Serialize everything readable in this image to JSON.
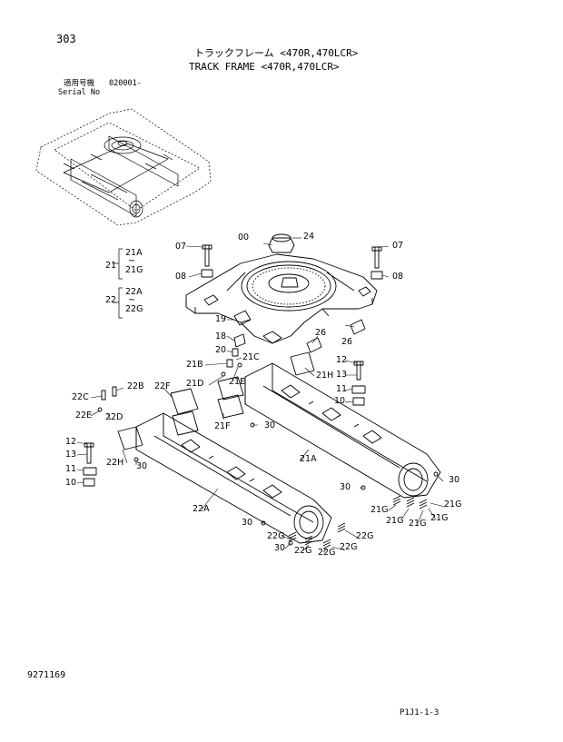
{
  "header": {
    "page_no": "303",
    "title_jp": "トラックフレーム <470R,470LCR>",
    "title_en": "TRACK FRAME <470R,470LCR>",
    "serial_label_jp": "適用号機",
    "serial_value": "020001-",
    "serial_label_en": "Serial No"
  },
  "footer": {
    "doc_no": "9271169",
    "page_code": "P1J1-1-3"
  },
  "callouts": [
    {
      "text": "00"
    },
    {
      "text": "24"
    },
    {
      "text": "07"
    },
    {
      "text": "07"
    },
    {
      "text": "08"
    },
    {
      "text": "08"
    },
    {
      "text": "21"
    },
    {
      "text": "21A"
    },
    {
      "text": "~"
    },
    {
      "text": "21G"
    },
    {
      "text": "22"
    },
    {
      "text": "22A"
    },
    {
      "text": "~"
    },
    {
      "text": "22G"
    },
    {
      "text": "19"
    },
    {
      "text": "18"
    },
    {
      "text": "20"
    },
    {
      "text": "26"
    },
    {
      "text": "26"
    },
    {
      "text": "21B"
    },
    {
      "text": "21C"
    },
    {
      "text": "21D"
    },
    {
      "text": "21E"
    },
    {
      "text": "21F"
    },
    {
      "text": "21H"
    },
    {
      "text": "12"
    },
    {
      "text": "13"
    },
    {
      "text": "11"
    },
    {
      "text": "10"
    },
    {
      "text": "22B"
    },
    {
      "text": "22C"
    },
    {
      "text": "22D"
    },
    {
      "text": "22E"
    },
    {
      "text": "22F"
    },
    {
      "text": "22H"
    },
    {
      "text": "12"
    },
    {
      "text": "13"
    },
    {
      "text": "11"
    },
    {
      "text": "10"
    },
    {
      "text": "30"
    },
    {
      "text": "30"
    },
    {
      "text": "30"
    },
    {
      "text": "30"
    },
    {
      "text": "30"
    },
    {
      "text": "30"
    },
    {
      "text": "21A"
    },
    {
      "text": "22A"
    },
    {
      "text": "21G"
    },
    {
      "text": "21G"
    },
    {
      "text": "21G"
    },
    {
      "text": "21G"
    },
    {
      "text": "21G"
    },
    {
      "text": "22G"
    },
    {
      "text": "22G"
    },
    {
      "text": "22G"
    },
    {
      "text": "22G"
    },
    {
      "text": "22G"
    }
  ]
}
